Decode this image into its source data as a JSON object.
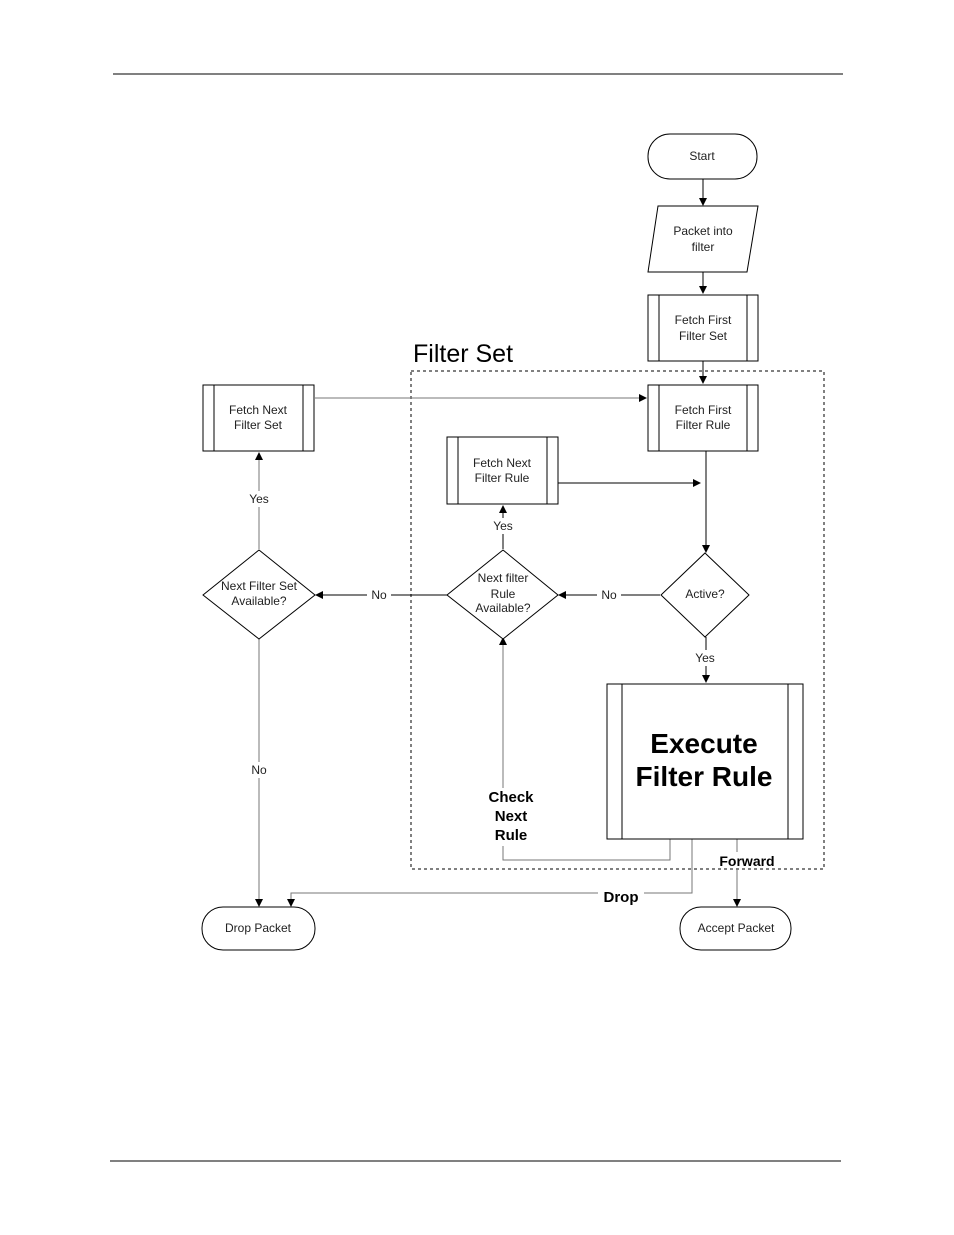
{
  "diagram": {
    "region_label": "Filter Set",
    "nodes": {
      "start": "Start",
      "packet_into_filter": [
        "Packet into",
        "filter"
      ],
      "fetch_first_filter_set": [
        "Fetch First",
        "Filter Set"
      ],
      "fetch_first_filter_rule": [
        "Fetch First",
        "Filter Rule"
      ],
      "fetch_next_filter_set": [
        "Fetch Next",
        "Filter Set"
      ],
      "fetch_next_filter_rule": [
        "Fetch Next",
        "Filter Rule"
      ],
      "next_filter_set_available": [
        "Next Filter Set",
        "Available?"
      ],
      "next_filter_rule_available": [
        "Next filter",
        "Rule",
        "Available?"
      ],
      "active": "Active?",
      "execute_filter_rule": [
        "Execute",
        "Filter Rule"
      ],
      "drop_packet": "Drop Packet",
      "accept_packet": "Accept Packet"
    },
    "edge_labels": {
      "yes_fetch_next_set": "Yes",
      "yes_fetch_next_rule": "Yes",
      "yes_active": "Yes",
      "no_rule_to_set": "No",
      "no_active": "No",
      "no_set_to_drop": "No",
      "check_next_rule": [
        "Check",
        "Next",
        "Rule"
      ],
      "forward": "Forward",
      "drop": "Drop"
    }
  }
}
